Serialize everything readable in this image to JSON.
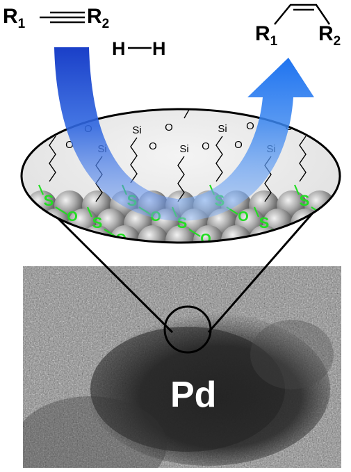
{
  "reaction": {
    "reactant": {
      "r1": "R",
      "r1_sub": "1",
      "r2": "R",
      "r2_sub": "2"
    },
    "product": {
      "r1": "R",
      "r1_sub": "1",
      "r2": "R",
      "r2_sub": "2"
    },
    "hydrogen": {
      "h1": "H",
      "h2": "H"
    }
  },
  "monolayer": {
    "silicon_label": "Si",
    "oxygen_label": "O",
    "sulfur_label": "S",
    "sulfur_color": "#22dd22",
    "oxygen_color": "#22dd22"
  },
  "micrograph": {
    "label": "Pd"
  },
  "colors": {
    "arrow_in": "#1a4fd6",
    "arrow_out": "#1e73f0",
    "outline": "#000000"
  }
}
